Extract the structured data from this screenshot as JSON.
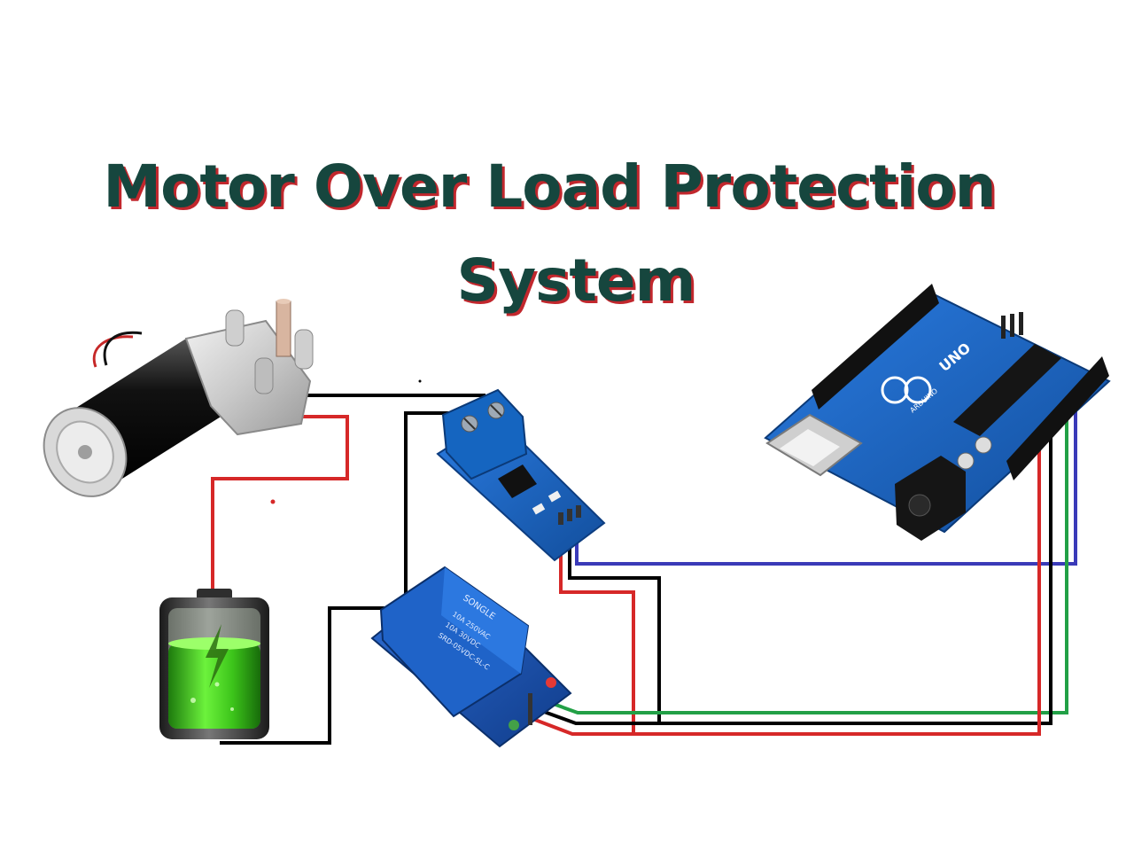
{
  "title": {
    "line1": "Motor  Over Load  Protection",
    "line2": "System"
  },
  "components": {
    "motor": {
      "icon": "dc-gear-motor-icon"
    },
    "battery": {
      "icon": "battery-charging-icon",
      "color": "#4fd11b"
    },
    "current_sensor": {
      "icon": "current-sensor-module-icon",
      "color": "#1f5fb8"
    },
    "relay": {
      "icon": "relay-module-icon",
      "brand": "SONGLE",
      "spec_lines": [
        "10A 250VAC",
        "10A 30VDC",
        "SRD-05VDC-SL-C"
      ]
    },
    "arduino": {
      "icon": "arduino-uno-board-icon",
      "label": "UNO",
      "sub_label": "ARDUINO",
      "color": "#1565c0"
    }
  },
  "wire_colors": {
    "black": "#000000",
    "red": "#d62828",
    "blue": "#3a3ab8",
    "green": "#22a046"
  }
}
